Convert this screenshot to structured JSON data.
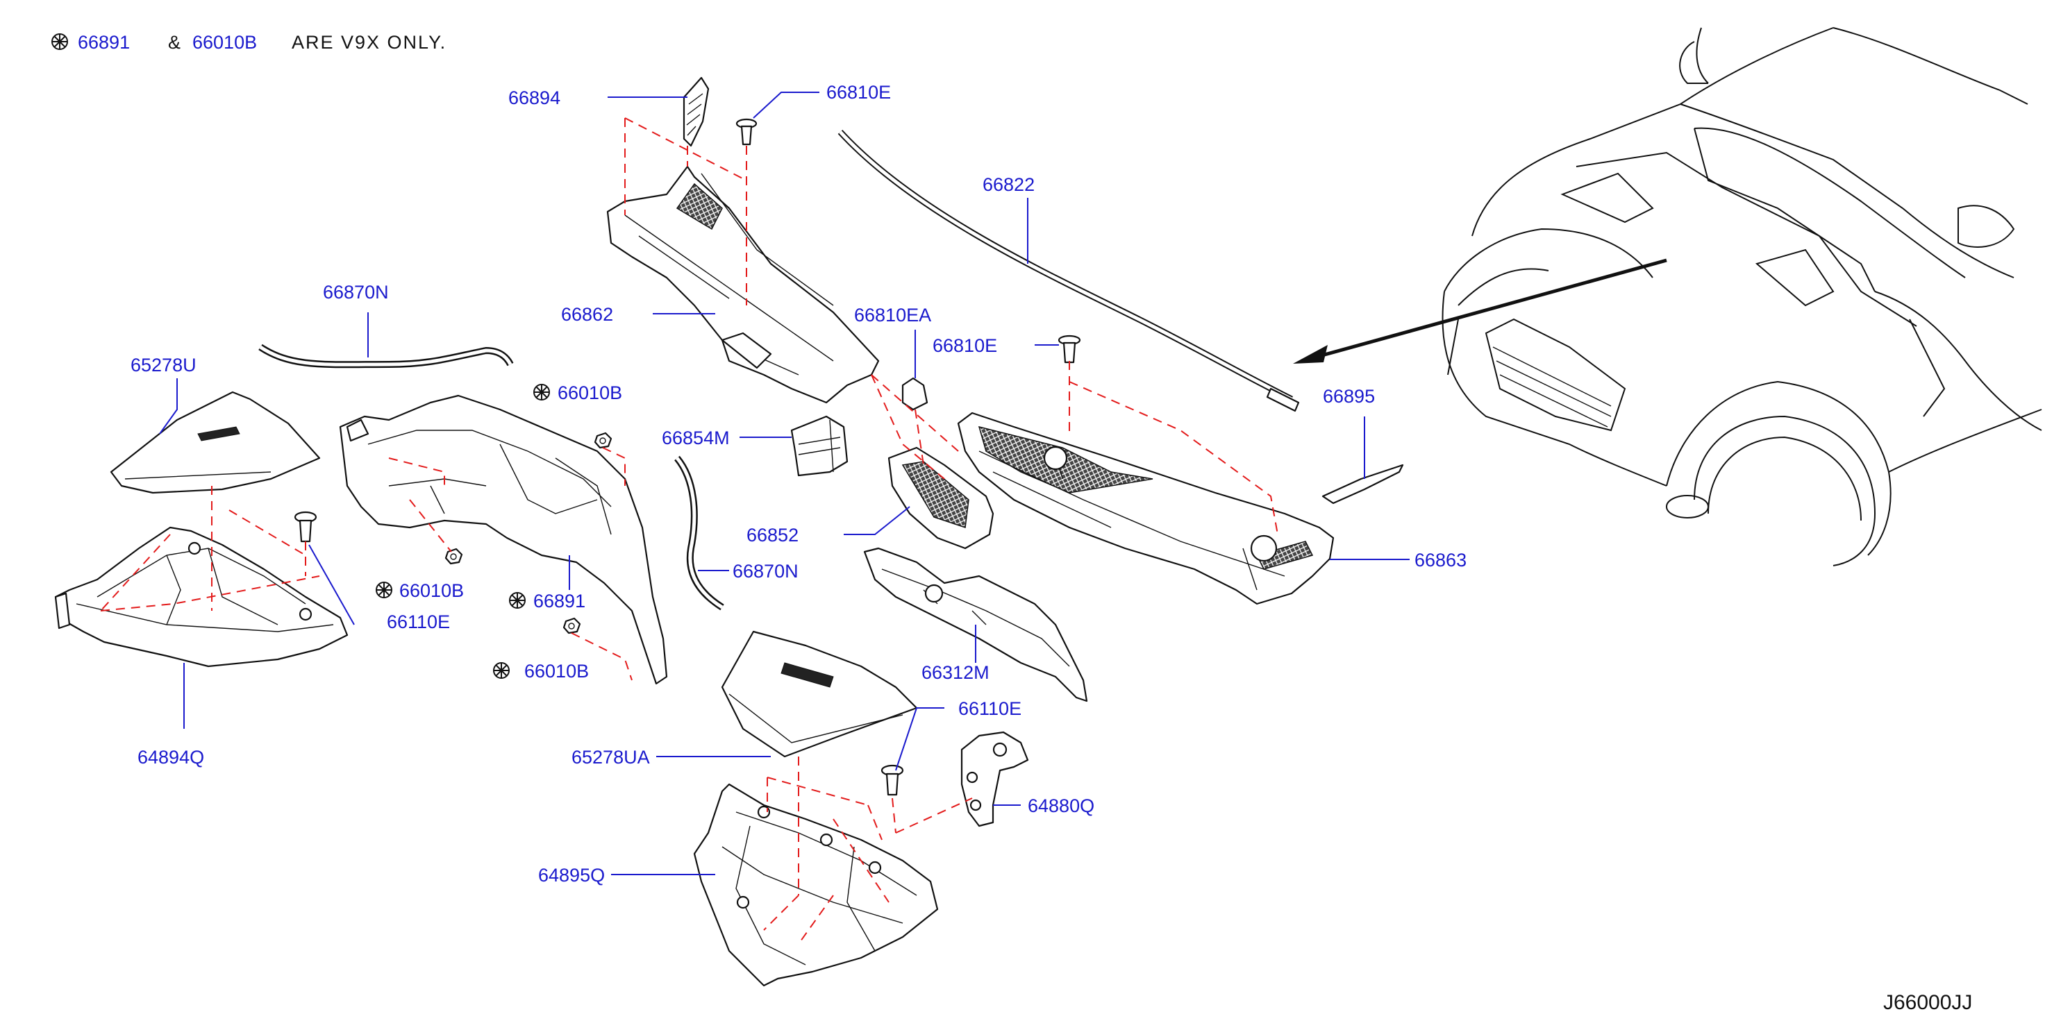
{
  "note": {
    "part_a": "66891",
    "ampersand": "&",
    "part_b": "66010B",
    "text": "ARE  V9X  ONLY."
  },
  "labels": {
    "p66894": "66894",
    "p66810E_top": "66810E",
    "p66822": "66822",
    "p66870N_top": "66870N",
    "p66862": "66862",
    "p66810EA": "66810EA",
    "p66810E_mid": "66810E",
    "p65278U": "65278U",
    "p66010B_1": "66010B",
    "p66854M": "66854M",
    "p66895": "66895",
    "p66852": "66852",
    "p66863": "66863",
    "p66870N_bot": "66870N",
    "p66010B_2": "66010B",
    "p66891": "66891",
    "p66110E_left": "66110E",
    "p66010B_3": "66010B",
    "p66312M": "66312M",
    "p64894Q": "64894Q",
    "p66110E_bot": "66110E",
    "p65278UA": "65278UA",
    "p64880Q": "64880Q",
    "p64895Q": "64895Q"
  },
  "reference_code": "J66000JJ",
  "colors": {
    "part_number": "#1a1acd",
    "leader_line": "#1a1acd",
    "assembly_dash": "#e31b1b",
    "outline": "#111111"
  },
  "icons": [
    "asterisk-mark-icon"
  ]
}
